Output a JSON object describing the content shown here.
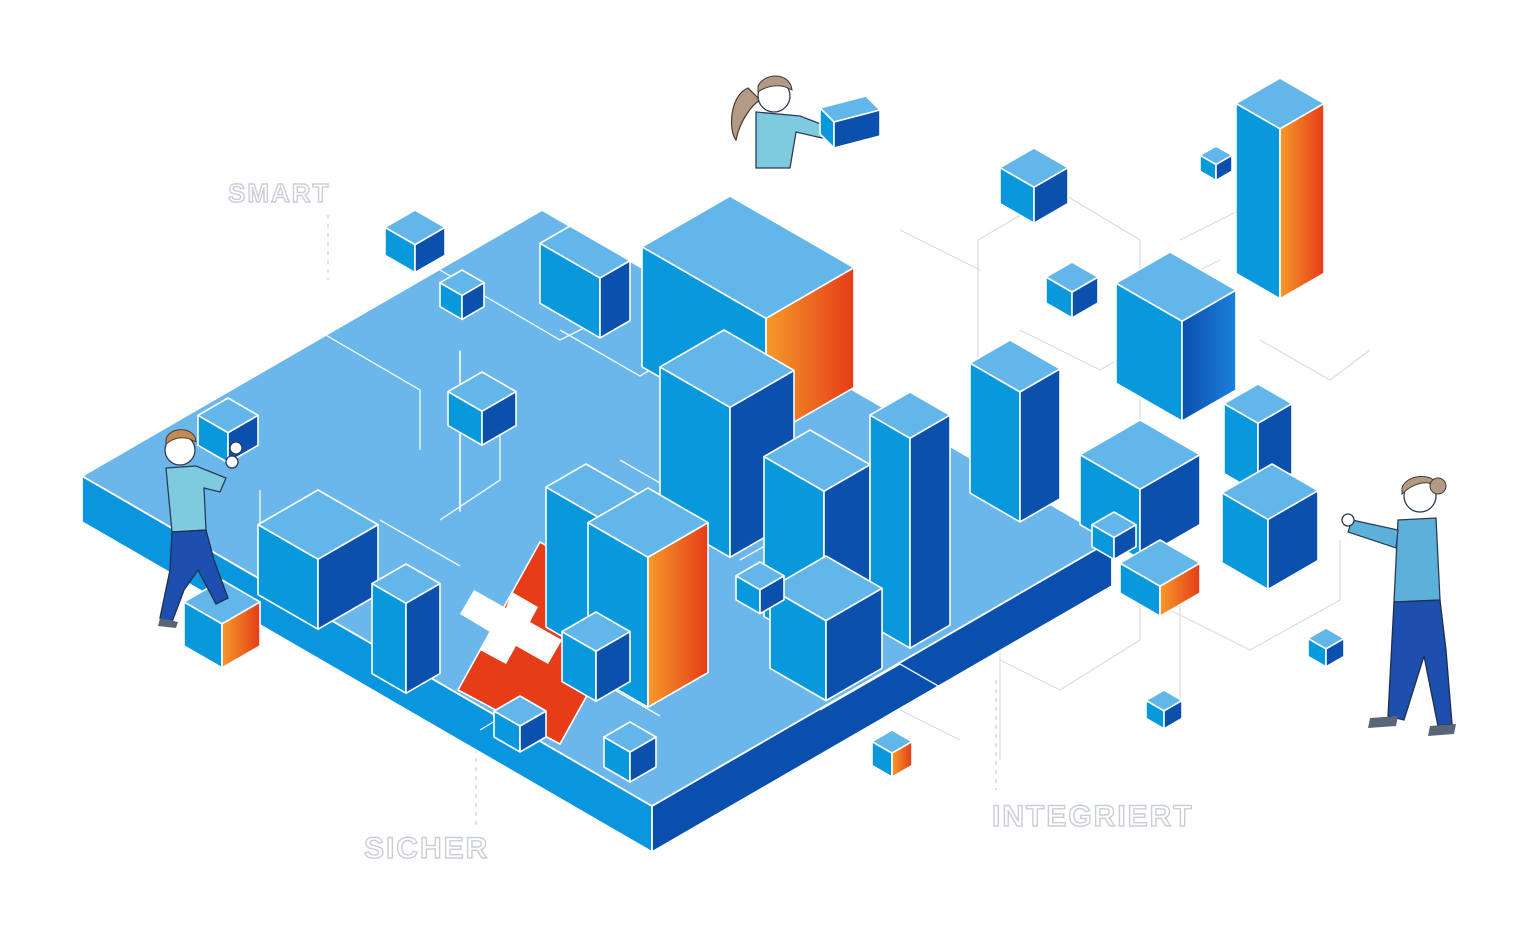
{
  "labels": {
    "smart": "SMART",
    "sicher": "SICHER",
    "integriert": "INTEGRIERT"
  },
  "colors": {
    "platform_top": "#6bb7eb",
    "platform_front": "#0a96df",
    "platform_right": "#0a4fae",
    "cube_top": "#62b6ea",
    "cube_left": "#0899dd",
    "cube_right": "#0b50ad",
    "accent_orange": "#f08025",
    "accent_red": "#e63c18",
    "swiss_cross": "#ffffff"
  },
  "icons": {
    "swiss_flag": "swiss-flag-icon"
  }
}
